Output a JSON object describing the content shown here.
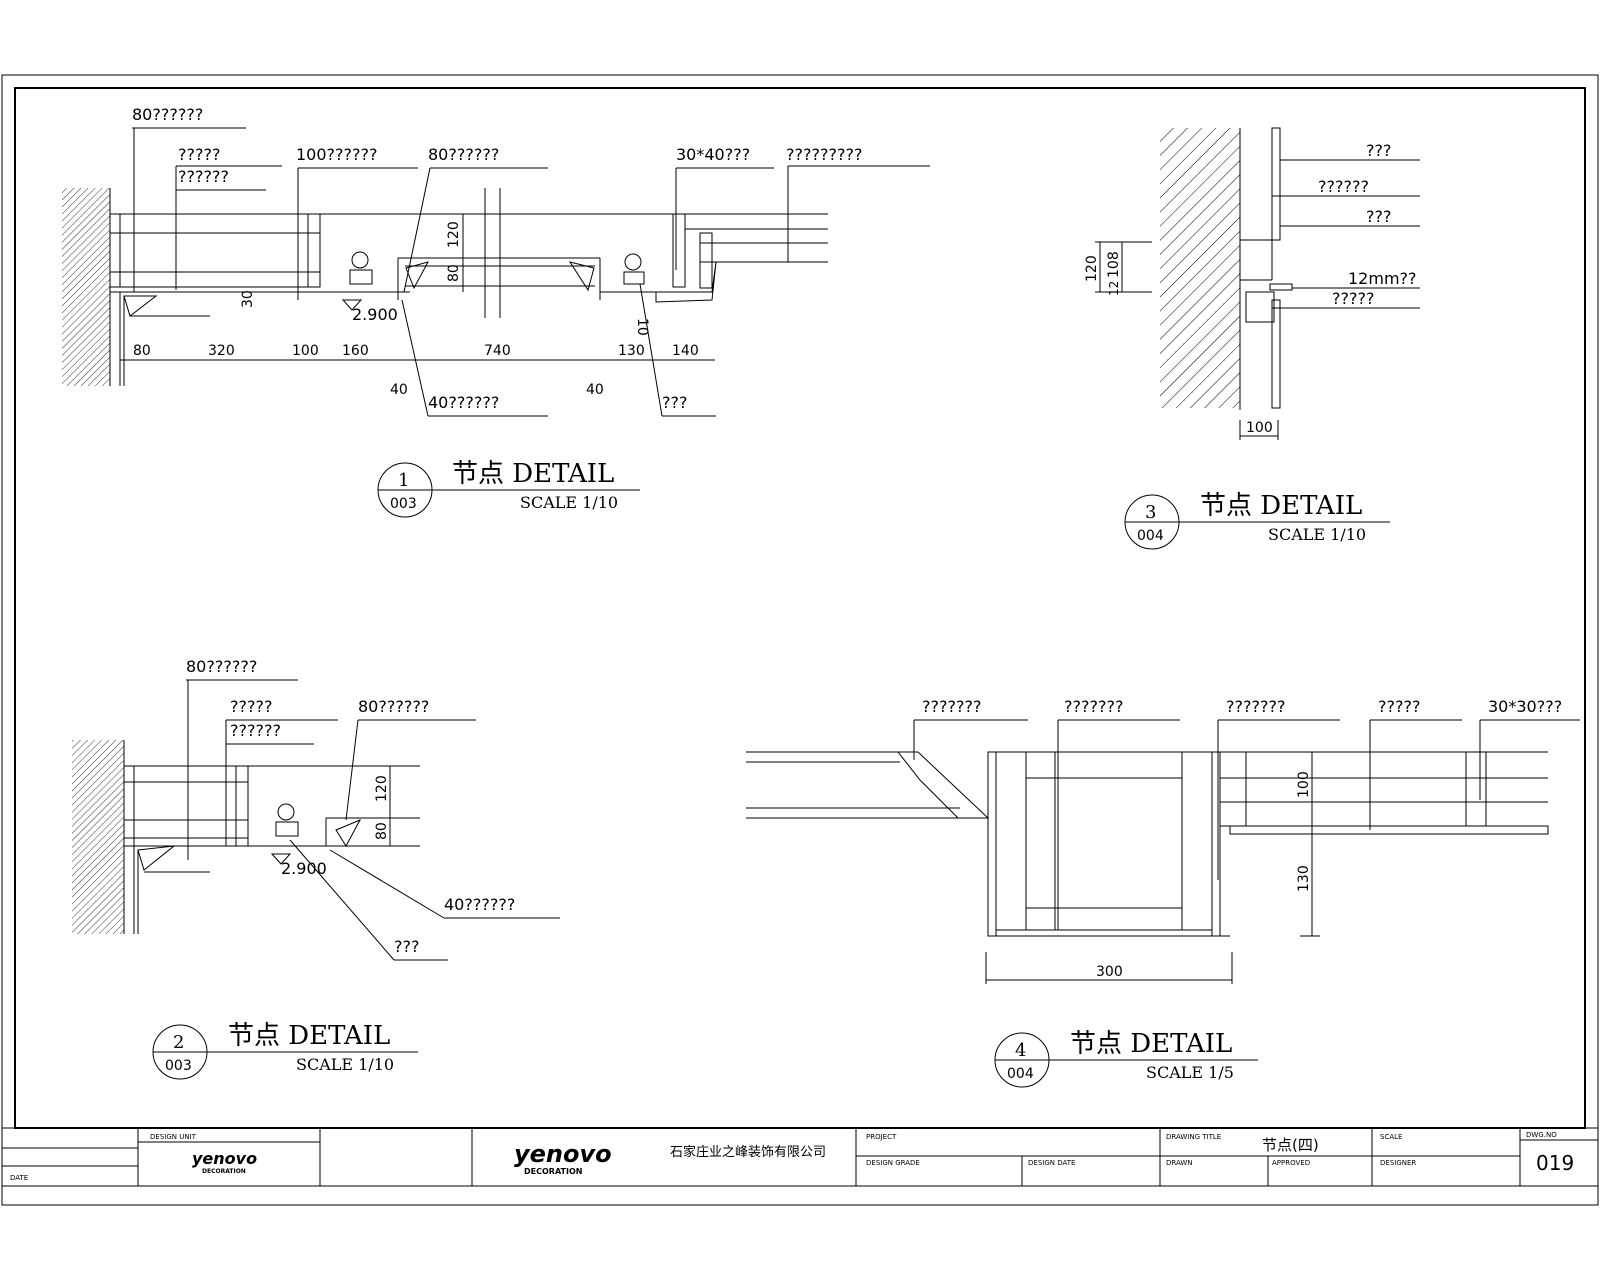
{
  "detail1": {
    "labels": {
      "a": "80??????",
      "b": "?????",
      "c": "??????",
      "d": "100??????",
      "e": "80??????",
      "f": "30*40???",
      "g": "?????????",
      "h": "40??????",
      "i": "???"
    },
    "dims": {
      "d80": "80",
      "d320": "320",
      "d100": "100",
      "d160": "160",
      "d740": "740",
      "d130": "130",
      "d140": "140",
      "d40a": "40",
      "d40b": "40",
      "v120": "120",
      "v80": "80",
      "v30": "30",
      "v10": "10",
      "elev": "2.900"
    },
    "caption": {
      "num": "1",
      "sheet": "003",
      "title": "节点 DETAIL",
      "scale": "SCALE 1/10"
    }
  },
  "detail2": {
    "labels": {
      "a": "80??????",
      "b": "?????",
      "c": "??????",
      "e": "80??????",
      "h": "40??????",
      "i": "???"
    },
    "dims": {
      "v120": "120",
      "v80": "80",
      "elev": "2.900"
    },
    "caption": {
      "num": "2",
      "sheet": "003",
      "title": "节点 DETAIL",
      "scale": "SCALE 1/10"
    }
  },
  "detail3": {
    "labels": {
      "a": "???",
      "b": "??????",
      "c": "???",
      "d": "12mm??",
      "e": "?????"
    },
    "dims": {
      "v120": "120",
      "v108": "108",
      "v12": "12",
      "h100": "100"
    },
    "caption": {
      "num": "3",
      "sheet": "004",
      "title": "节点 DETAIL",
      "scale": "SCALE 1/10"
    }
  },
  "detail4": {
    "labels": {
      "a": "???????",
      "b": "???????",
      "c": "???????",
      "d": "?????",
      "e": "30*30???"
    },
    "dims": {
      "h300": "300",
      "v100": "100",
      "v130": "130"
    },
    "caption": {
      "num": "4",
      "sheet": "004",
      "title": "节点 DETAIL",
      "scale": "SCALE 1/5"
    }
  },
  "title_block": {
    "design_unit_label": "DESIGN UNIT",
    "date_label": "DATE",
    "logo_main": "yenovo",
    "logo_sub": "DECORATION",
    "company_cn": "石家庄业之峰装饰有限公司",
    "project_label": "PROJECT",
    "design_grade_label": "DESIGN GRADE",
    "design_date_label": "DESIGN DATE",
    "drawing_title_label": "DRAWING TITLE",
    "drawing_title": "节点(四)",
    "drawn_label": "DRAWN",
    "approved_label": "APPROVED",
    "scale_label": "SCALE",
    "designer_label": "DESIGNER",
    "dwg_no_label": "DWG.NO",
    "dwg_no": "019"
  }
}
